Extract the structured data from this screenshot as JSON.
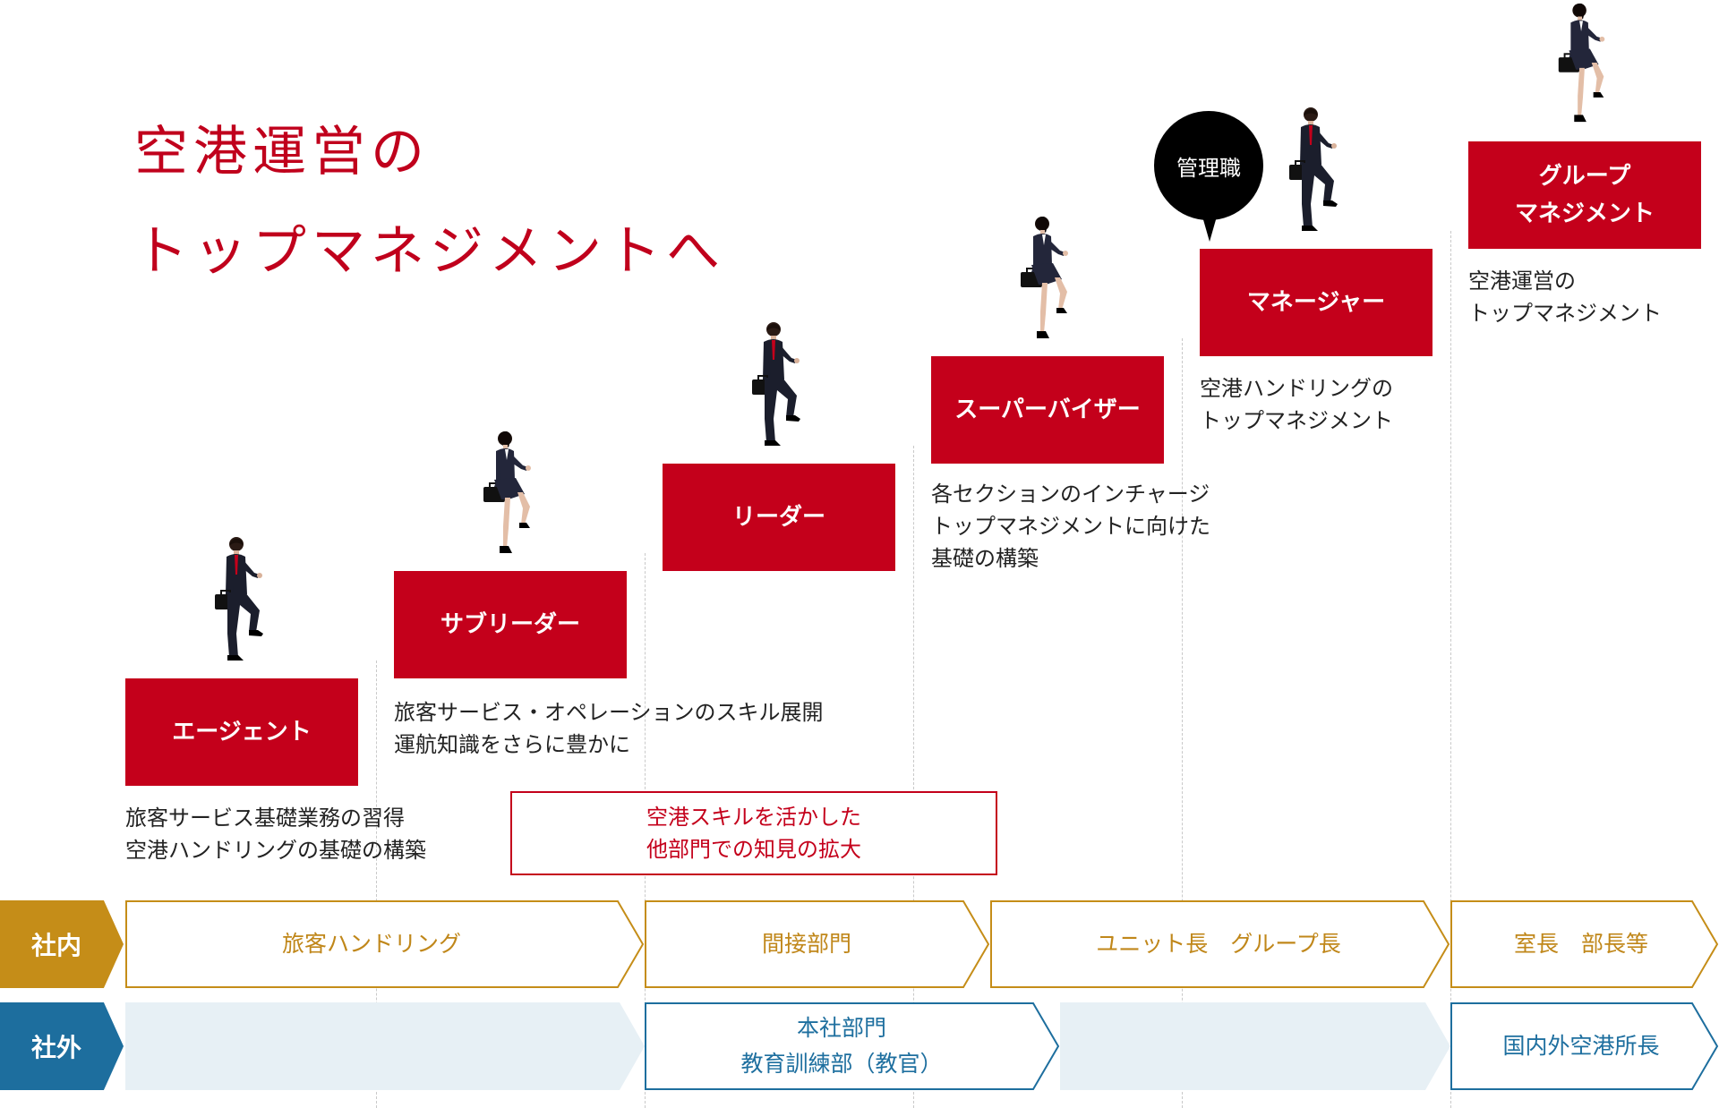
{
  "title": {
    "line1": "空港運営の",
    "line2": "トップマネジメントへ"
  },
  "colors": {
    "brand_red": "#c4001b",
    "internal_gold": "#c58d18",
    "external_blue": "#1d6e9e",
    "external_fill": "#e7f0f5"
  },
  "steps": [
    {
      "label": "エージェント",
      "desc1": "旅客サービス基礎業務の習得",
      "desc2": "空港ハンドリングの基礎の構築"
    },
    {
      "label": "サブリーダー",
      "desc1": "旅客サービス・オペレーションのスキル展開",
      "desc2": "運航知識をさらに豊かに"
    },
    {
      "label": "リーダー"
    },
    {
      "label": "スーパーバイザー",
      "desc1": "各セクションのインチャージ",
      "desc2": "トップマネジメントに向けた",
      "desc3": "基礎の構築"
    },
    {
      "label": "マネージャー",
      "desc1": "空港ハンドリングの",
      "desc2": "トップマネジメント"
    },
    {
      "label1": "グループ",
      "label2": "マネジメント",
      "desc1": "空港運営の",
      "desc2": "トップマネジメント"
    }
  ],
  "management_bubble": "管理職",
  "callout": {
    "line1": "空港スキルを活かした",
    "line2": "他部門での知見の拡大"
  },
  "internal": {
    "label": "社内",
    "segments": [
      "旅客ハンドリング",
      "間接部門",
      "ユニット長　グループ長",
      "室長　部長等"
    ]
  },
  "external": {
    "label": "社外",
    "segments": [
      {
        "line1": "本社部門",
        "line2": "教育訓練部（教官）"
      },
      {
        "line1": "国内外空港所長"
      }
    ]
  },
  "figures": [
    {
      "type": "man",
      "name": "businessman-icon"
    },
    {
      "type": "woman",
      "name": "businesswoman-icon"
    },
    {
      "type": "man",
      "name": "businessman-icon"
    },
    {
      "type": "woman",
      "name": "businesswoman-icon"
    },
    {
      "type": "man",
      "name": "businessman-icon"
    },
    {
      "type": "woman",
      "name": "businesswoman-icon"
    }
  ]
}
